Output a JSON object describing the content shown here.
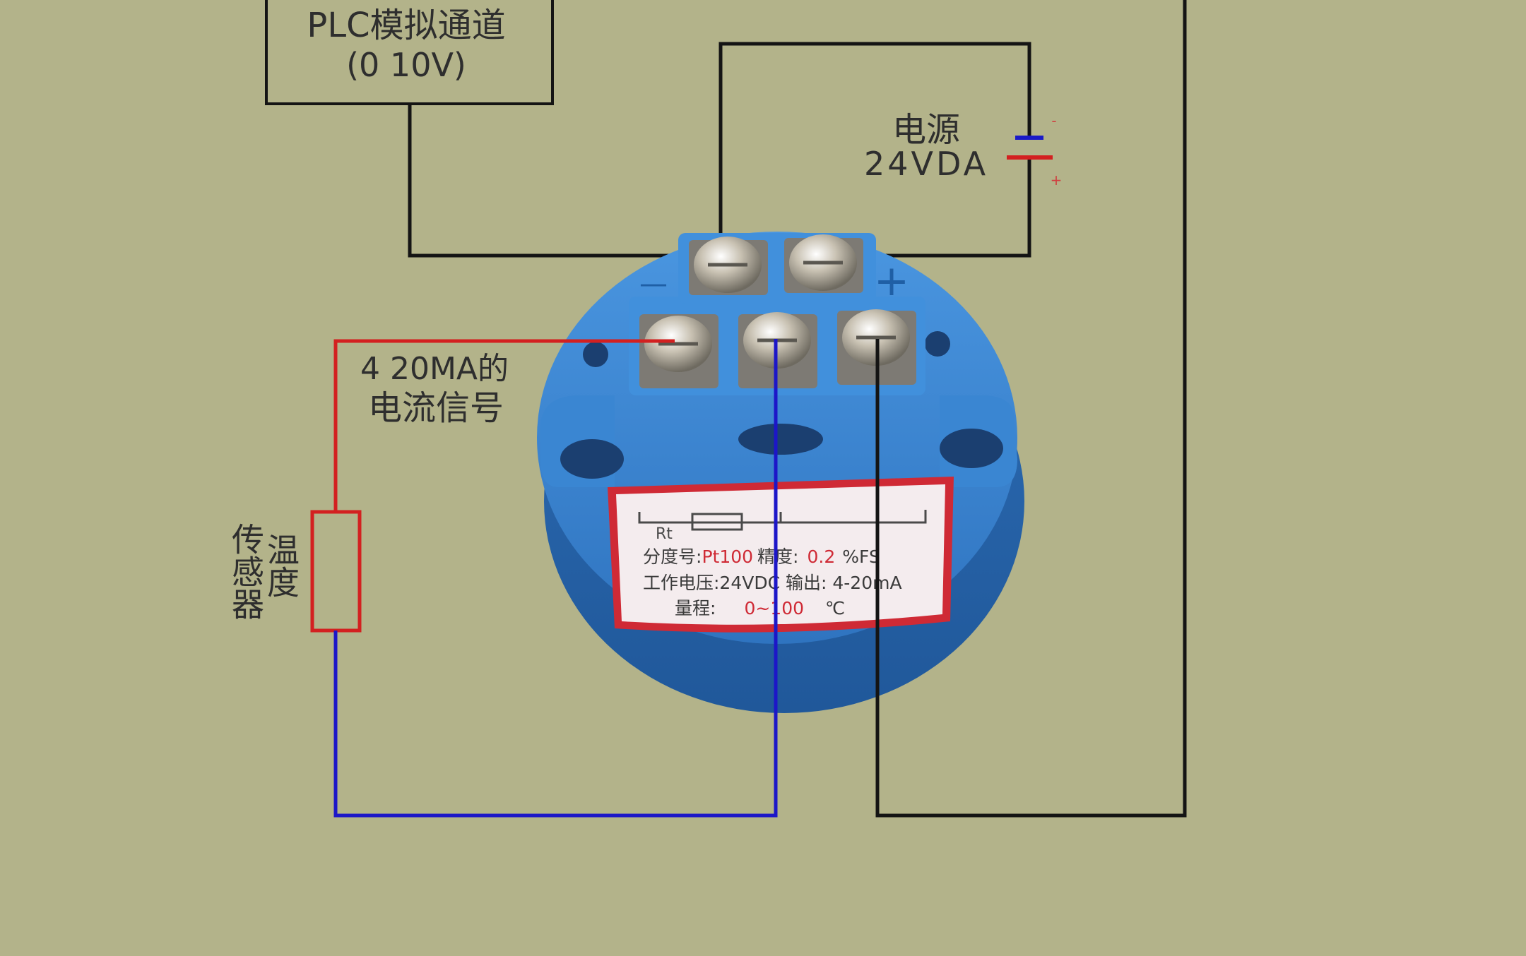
{
  "plc_box": {
    "line1": "PLC模拟通道",
    "line2": "(0 10V)"
  },
  "power": {
    "line1": "电源",
    "line2": "24VDA",
    "minus": "-",
    "plus": "+"
  },
  "current_signal": {
    "line1": "4 20MA的",
    "line2": "电流信号"
  },
  "sensor": {
    "col1": "传感器",
    "col2": "温度"
  },
  "transmitter": {
    "terminal_minus": "—",
    "terminal_plus": "+",
    "label": {
      "rt": "Rt",
      "line1_left": "分度号:",
      "line1_value": "Pt100",
      "line1_mid": "精度:",
      "line1_value2": "0.2",
      "line1_unit": "%FS",
      "line2": "工作电压:24VDC 输出: 4-20mA",
      "line3_left": "量程:",
      "line3_value": "0~100",
      "line3_unit": "℃"
    }
  },
  "colors": {
    "background": "#b3b38a",
    "wire_black": "#141414",
    "wire_red": "#d32020",
    "wire_blue": "#1c16c8",
    "module_blue": "#3d86d4",
    "label_red": "#cf2a35"
  }
}
